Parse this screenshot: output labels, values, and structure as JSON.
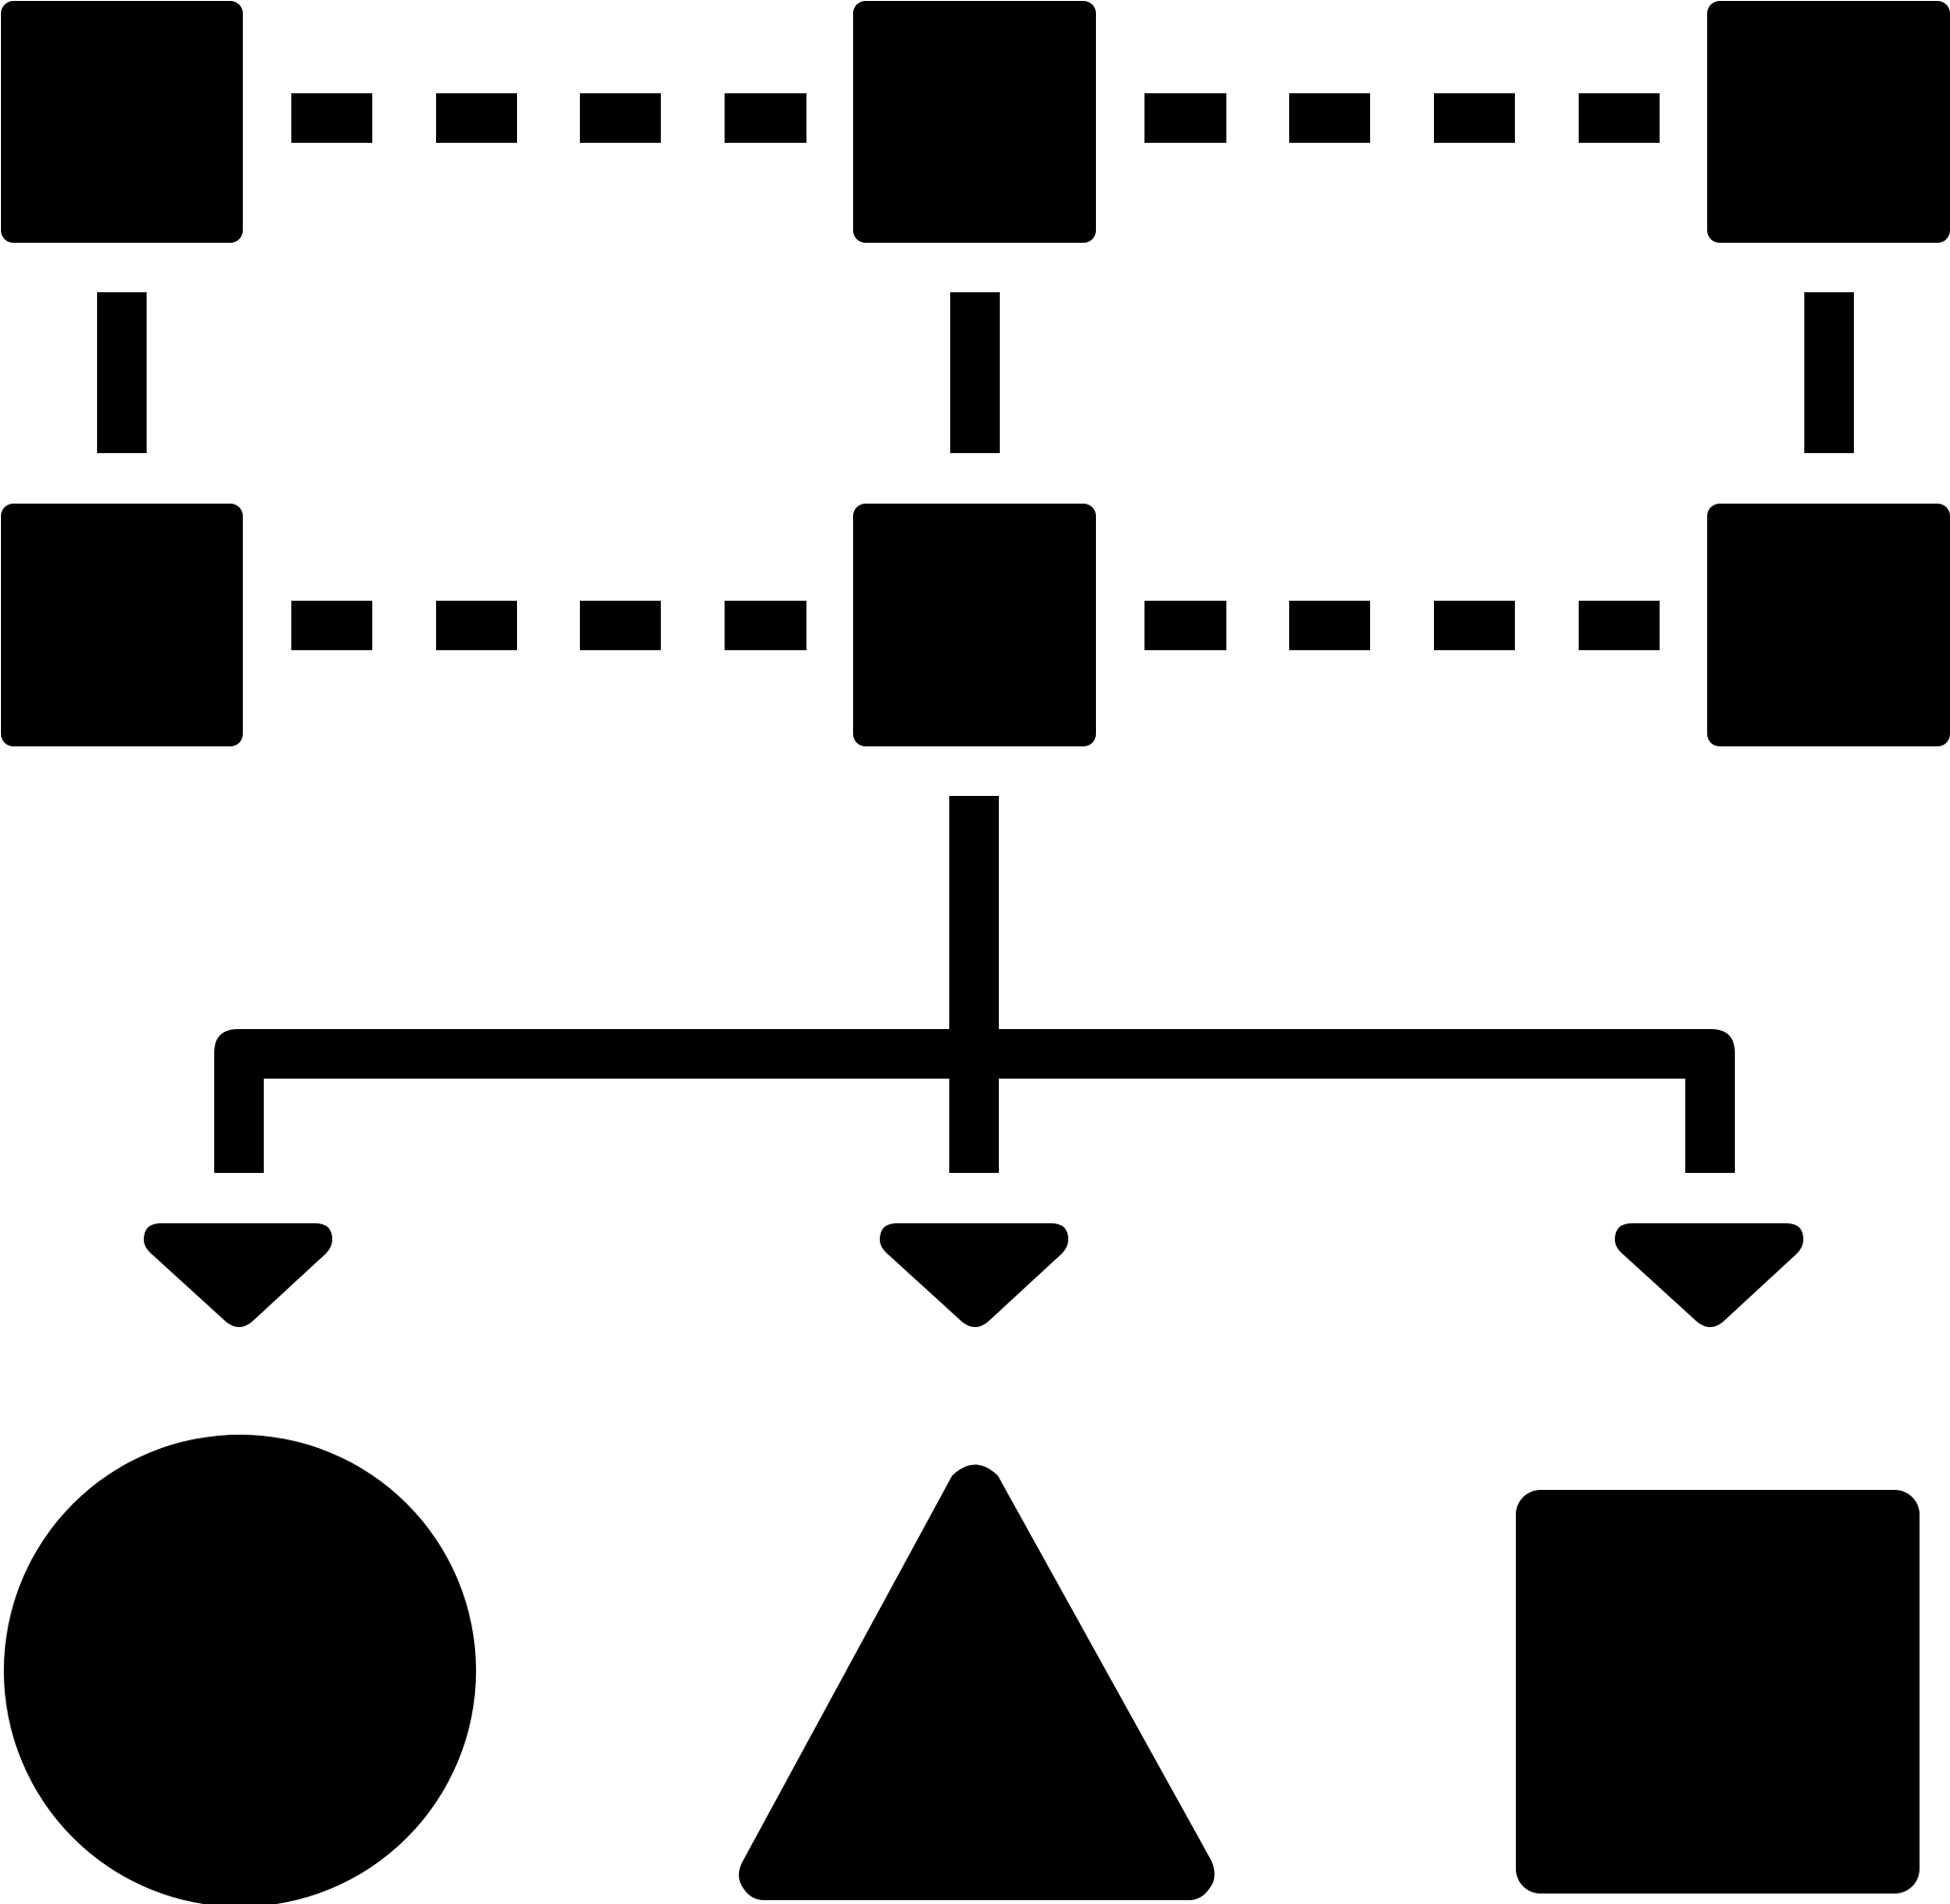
{
  "diagram": {
    "icon": "hierarchy-flowchart-icon",
    "colors": {
      "foreground": "#000000",
      "background": "#ffffff"
    },
    "grid_nodes": [
      {
        "id": "node-r1-c1",
        "shape": "square",
        "row": 1,
        "col": 1
      },
      {
        "id": "node-r1-c2",
        "shape": "square",
        "row": 1,
        "col": 2
      },
      {
        "id": "node-r1-c3",
        "shape": "square",
        "row": 1,
        "col": 3
      },
      {
        "id": "node-r2-c1",
        "shape": "square",
        "row": 2,
        "col": 1
      },
      {
        "id": "node-r2-c2",
        "shape": "square",
        "row": 2,
        "col": 2
      },
      {
        "id": "node-r2-c3",
        "shape": "square",
        "row": 2,
        "col": 3
      }
    ],
    "connectors": {
      "horizontal": "dashed",
      "vertical": "solid-segment"
    },
    "branch": {
      "from": "node-r2-c2",
      "arrows": "downward-triangle"
    },
    "outputs": [
      {
        "id": "output-circle",
        "shape": "circle"
      },
      {
        "id": "output-triangle",
        "shape": "triangle"
      },
      {
        "id": "output-square",
        "shape": "square"
      }
    ]
  }
}
